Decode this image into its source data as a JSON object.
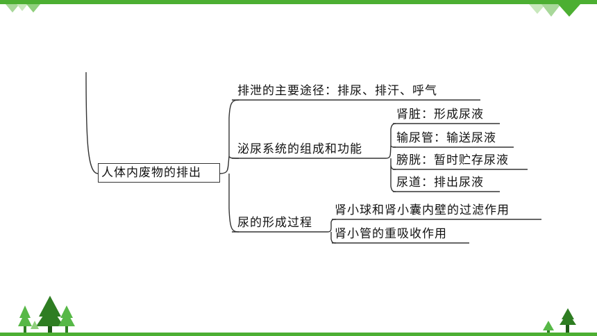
{
  "mindmap": {
    "root": "人体内废物的排出",
    "branch_excretion": "排泄的主要途径：排尿、排汗、呼气",
    "branch_urinary": {
      "label": "泌尿系统的组成和功能",
      "children": [
        "肾脏：形成尿液",
        "输尿管：输送尿液",
        "膀胱：暂时贮存尿液",
        "尿道：排出尿液"
      ]
    },
    "branch_formation": {
      "label": "尿的形成过程",
      "children": [
        "肾小球和肾小囊内壁的过滤作用",
        "肾小管的重吸收作用"
      ]
    }
  },
  "theme": {
    "accent": "#4caf32",
    "tree_dark": "#2e7d22",
    "tree_light": "#57b847",
    "triangle": "#a8d89a"
  }
}
